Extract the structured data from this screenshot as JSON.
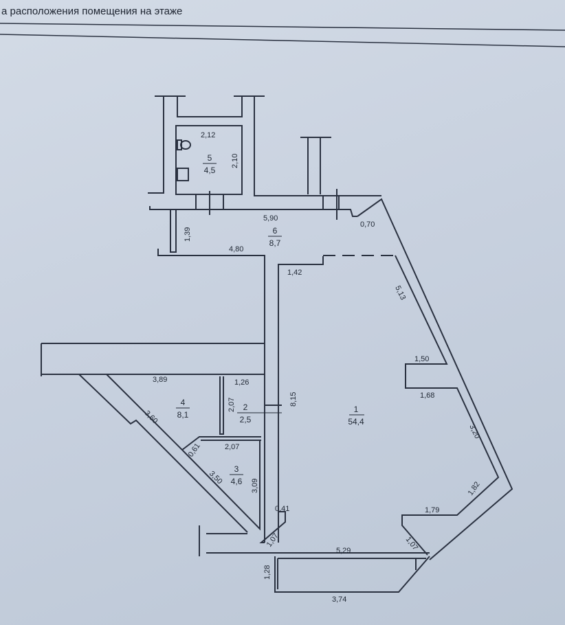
{
  "header": {
    "title": "а расположения помещения на этаже"
  },
  "rooms": [
    {
      "number": "1",
      "area": "54,4"
    },
    {
      "number": "2",
      "area": "2,5"
    },
    {
      "number": "3",
      "area": "4,6"
    },
    {
      "number": "4",
      "area": "8,1"
    },
    {
      "number": "5",
      "area": "4,5"
    },
    {
      "number": "6",
      "area": "8,7"
    }
  ],
  "dimensions": [
    "2,12",
    "2,10",
    "5,90",
    "0,70",
    "1,39",
    "4,80",
    "1,42",
    "5,13",
    "1,50",
    "1,68",
    "3,20",
    "1,82",
    "1,79",
    "1,07",
    "5,29",
    "1,07",
    "0,41",
    "1,28",
    "3,74",
    "3,89",
    "1,26",
    "2,07",
    "8,15",
    "3,60",
    "0,61",
    "2,07",
    "3,50",
    "3,09"
  ]
}
